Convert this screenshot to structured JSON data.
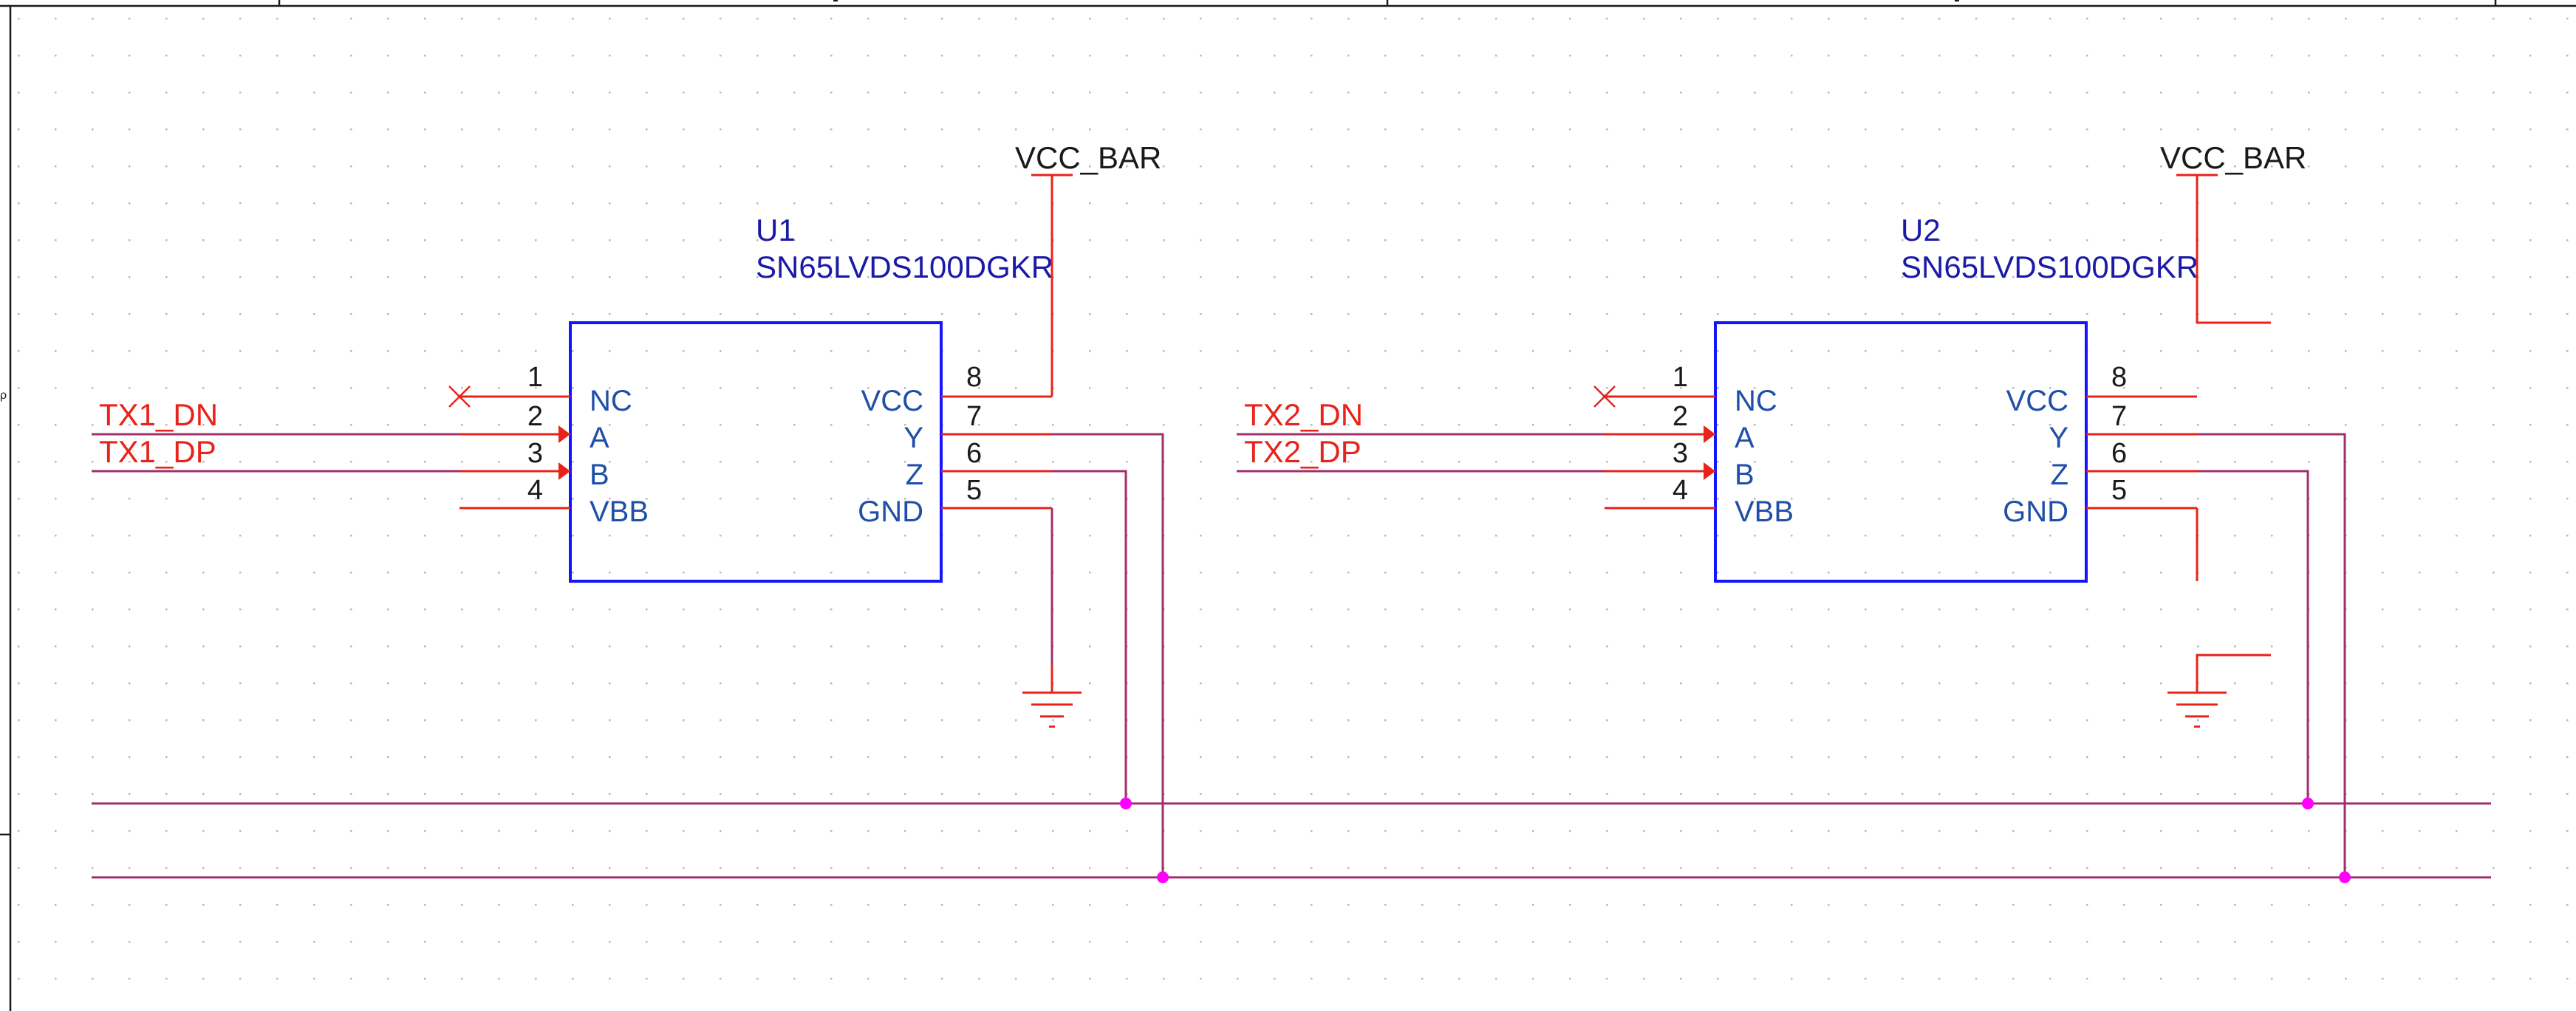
{
  "colors": {
    "net_label": "#e8231a",
    "pin": "#e8231a",
    "wire": "#a0306a",
    "junction": "#ff00ff",
    "component_body": "#1414ff",
    "refdes": "#1a1aa8",
    "pin_name": "#1f4fa8",
    "power": "#e8231a",
    "frame": "#1a1a1a",
    "grid_dot": "#b8b8b8",
    "text_black": "#1a1a1a"
  },
  "power_label": "VCC_BAR",
  "components": [
    {
      "refdes": "U1",
      "part": "SN65LVDS100DGKR",
      "pins_left": [
        {
          "num": "1",
          "name": "NC"
        },
        {
          "num": "2",
          "name": "A"
        },
        {
          "num": "3",
          "name": "B"
        },
        {
          "num": "4",
          "name": "VBB"
        }
      ],
      "pins_right": [
        {
          "num": "8",
          "name": "VCC"
        },
        {
          "num": "7",
          "name": "Y"
        },
        {
          "num": "6",
          "name": "Z"
        },
        {
          "num": "5",
          "name": "GND"
        }
      ],
      "net_dn": "TX1_DN",
      "net_dp": "TX1_DP"
    },
    {
      "refdes": "U2",
      "part": "SN65LVDS100DGKR",
      "pins_left": [
        {
          "num": "1",
          "name": "NC"
        },
        {
          "num": "2",
          "name": "A"
        },
        {
          "num": "3",
          "name": "B"
        },
        {
          "num": "4",
          "name": "VBB"
        }
      ],
      "pins_right": [
        {
          "num": "8",
          "name": "VCC"
        },
        {
          "num": "7",
          "name": "Y"
        },
        {
          "num": "6",
          "name": "Z"
        },
        {
          "num": "5",
          "name": "GND"
        }
      ],
      "net_dn": "TX2_DN",
      "net_dp": "TX2_DP"
    }
  ]
}
